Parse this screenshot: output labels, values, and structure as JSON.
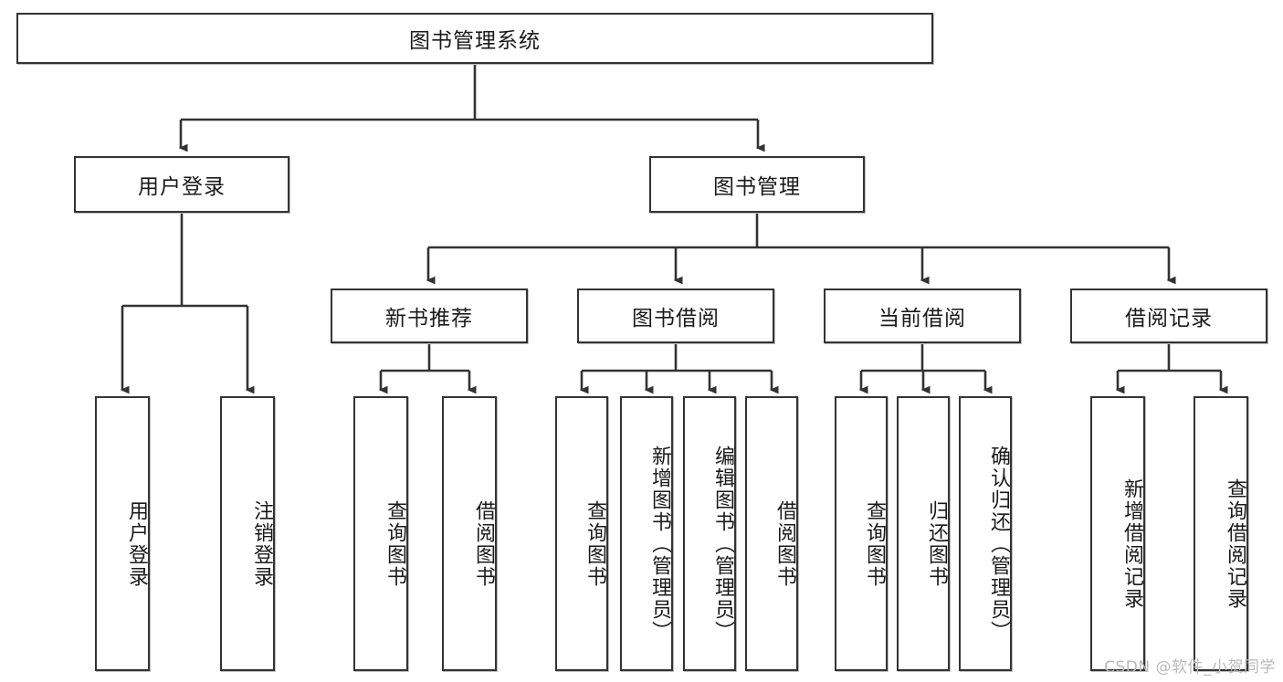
{
  "diagram": {
    "type": "tree-hierarchy-chart",
    "title": "图书管理系统",
    "watermark": "CSDN @软件_小贺同学",
    "colors": {
      "box_border": "#333333",
      "box_fill": "#ffffff",
      "connector": "#333333",
      "text": "#1a1a1a",
      "watermark": "#b9b9b9",
      "background": "#ffffff"
    },
    "levels": {
      "root": {
        "label": "图书管理系统"
      },
      "level2": [
        {
          "label": "用户登录"
        },
        {
          "label": "图书管理"
        }
      ],
      "level3": [
        {
          "label": "新书推荐"
        },
        {
          "label": "图书借阅"
        },
        {
          "label": "当前借阅"
        },
        {
          "label": "借阅记录"
        }
      ],
      "leaves": {
        "user_login": [
          {
            "label": "用户登录"
          },
          {
            "label": "注销登录"
          }
        ],
        "new_book_recommend": [
          {
            "label": "查询图书"
          },
          {
            "label": "借阅图书"
          }
        ],
        "book_borrow": [
          {
            "label": "查询图书"
          },
          {
            "label": "新增图书（管理员）"
          },
          {
            "label": "编辑图书（管理员）"
          },
          {
            "label": "借阅图书"
          }
        ],
        "current_borrow": [
          {
            "label": "查询图书"
          },
          {
            "label": "归还图书"
          },
          {
            "label": "确认归还（管理员）"
          }
        ],
        "borrow_record": [
          {
            "label": "新增借阅记录"
          },
          {
            "label": "查询借阅记录"
          }
        ]
      }
    }
  }
}
